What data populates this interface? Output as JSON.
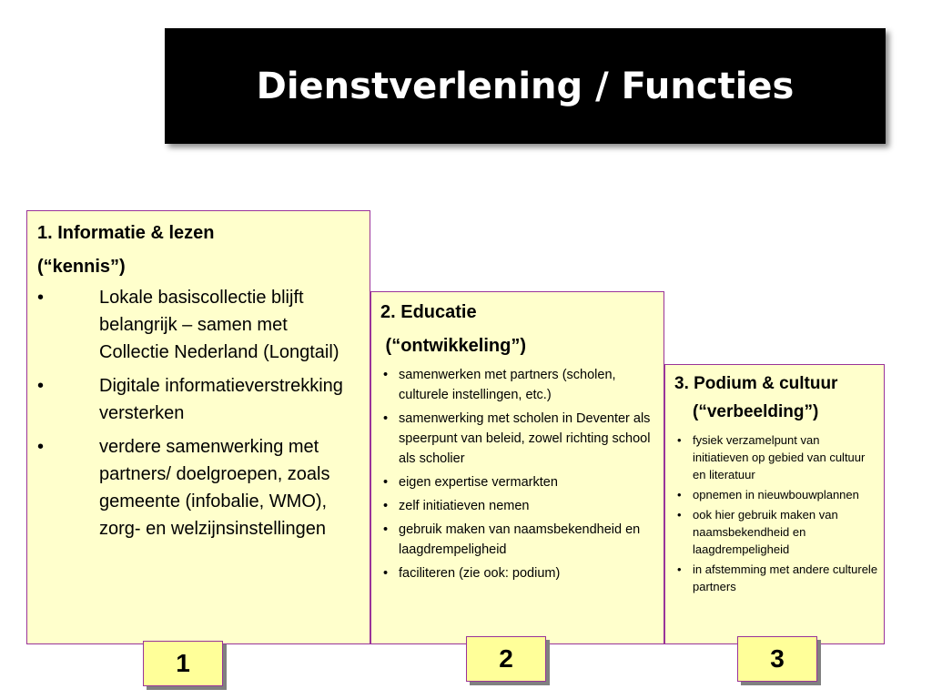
{
  "slide": {
    "title": "Dienstverlening / Functies"
  },
  "box1": {
    "heading": "1. Informatie & lezen",
    "subheading": "(“kennis”)",
    "items": [
      "Lokale basiscollectie blijft belangrijk – samen met Collectie Nederland (Longtail)",
      "Digitale informatieverstrekking versterken",
      "verdere samenwerking met partners/ doelgroepen, zoals gemeente (infobalie, WMO), zorg- en welzijnsinstellingen"
    ]
  },
  "box2": {
    "heading": "2. Educatie",
    "subheading": " (“ontwikkeling”)",
    "items": [
      "samenwerken met partners (scholen, culturele instellingen, etc.)",
      "samenwerking met scholen in Deventer als speerpunt van beleid, zowel richting school als scholier",
      "eigen expertise vermarkten",
      "zelf initiatieven nemen",
      "gebruik maken van naamsbekendheid en laagdrempeligheid",
      "faciliteren (zie ook: podium)"
    ]
  },
  "box3": {
    "heading": "3. Podium & cultuur",
    "subheading": "(“verbeelding”)",
    "items": [
      "fysiek verzamelpunt van initiatieven op gebied van cultuur en literatuur",
      "opnemen in nieuwbouwplannen",
      "ook hier gebruik maken van naamsbekendheid en laagdrempeligheid",
      "in afstemming met andere culturele partners"
    ]
  },
  "numbers": [
    "1",
    "2",
    "3"
  ],
  "colors": {
    "title_background": "#000000",
    "title_text": "#ffffff",
    "box_fill": "#ffffcc",
    "box_border": "#993399",
    "number_fill": "#ffff99"
  }
}
